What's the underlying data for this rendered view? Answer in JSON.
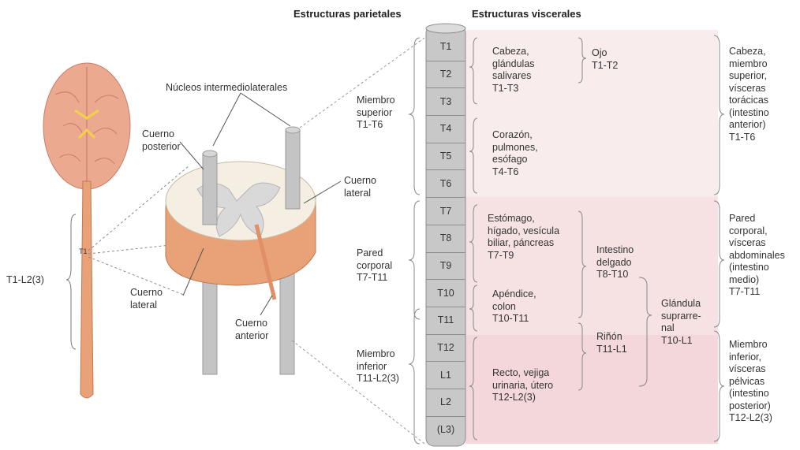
{
  "headers": {
    "parietal": "Estructuras parietales",
    "visceral": "Estructuras viscerales"
  },
  "left_diagram": {
    "range_label": "T1-L2(3)",
    "level_marker": "T1"
  },
  "cord_section": {
    "nucleos": "Núcleos intermediolaterales",
    "cuerno_posterior": [
      "Cuerno",
      "posterior"
    ],
    "cuerno_lateral_right": [
      "Cuerno",
      "lateral"
    ],
    "cuerno_lateral_left": [
      "Cuerno",
      "lateral"
    ],
    "cuerno_anterior": [
      "Cuerno",
      "anterior"
    ]
  },
  "segments": [
    "T1",
    "T2",
    "T3",
    "T4",
    "T5",
    "T6",
    "T7",
    "T8",
    "T9",
    "T10",
    "T11",
    "T12",
    "L1",
    "L2",
    "(L3)"
  ],
  "parietal": [
    {
      "lines": [
        "Miembro",
        "superior",
        "T1-T6"
      ]
    },
    {
      "lines": [
        "Pared",
        "corporal",
        "T7-T11"
      ]
    },
    {
      "lines": [
        "Miembro",
        "inferior",
        "T11-L2(3)"
      ]
    }
  ],
  "visceral": {
    "cabeza": [
      "Cabeza,",
      "glándulas",
      "salivares",
      "T1-T3"
    ],
    "ojo": [
      "Ojo",
      "T1-T2"
    ],
    "corazon": [
      "Corazón,",
      "pulmones,",
      "esófago",
      "T4-T6"
    ],
    "estomago": [
      "Estómago,",
      "hígado, vesícula",
      "biliar, páncreas",
      "T7-T9"
    ],
    "intestino": [
      "Intestino",
      "delgado",
      "T8-T10"
    ],
    "apendice": [
      "Apéndice,",
      "colon",
      "T10-T11"
    ],
    "glandula": [
      "Glándula",
      "suprarre-",
      "nal",
      "T10-L1"
    ],
    "rinon": [
      "Riñón",
      "T11-L1"
    ],
    "recto": [
      "Recto, vejiga",
      "urinaria, útero",
      "T12-L2(3)"
    ]
  },
  "summary": [
    {
      "lines": [
        "Cabeza,",
        "miembro",
        "superior,",
        "vísceras",
        "torácicas",
        "(intestino",
        "anterior)",
        "T1-T6"
      ]
    },
    {
      "lines": [
        "Pared",
        "corporal,",
        "vísceras",
        "abdominales",
        "(intestino",
        "medio)",
        "T7-T11"
      ]
    },
    {
      "lines": [
        "Miembro",
        "inferior,",
        "vísceras",
        "pélvicas",
        "(intestino",
        "posterior)",
        "T12-L2(3)"
      ]
    }
  ],
  "colors": {
    "region_upper": "#f8ecec",
    "region_middle": "#f6e1e2",
    "region_lower": "#f3d6d9",
    "cord_gray": "#bfbfbf",
    "tissue_orange": "#e9a178",
    "brain_pink": "#eba98f"
  }
}
